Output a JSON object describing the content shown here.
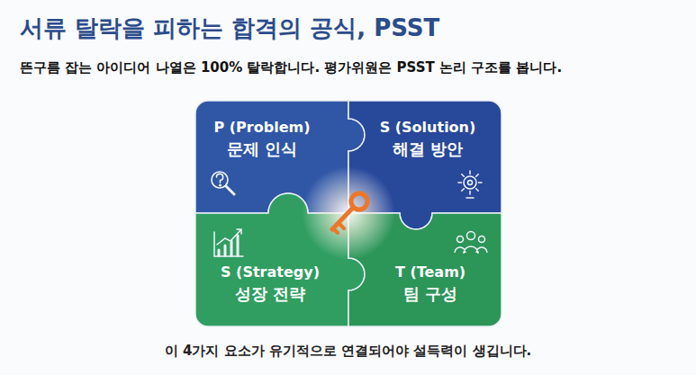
{
  "diagram": {
    "title": "서류 탈락을 피하는 합격의 공식, PSST",
    "caption": "이 4가지 요소가 유기적으로 연결되어야 설득력이 생깁니다.",
    "nodes": [
      {
        "text": [
          "P (Problem)",
          "문제 인식"
        ]
      },
      {
        "text": [
          "S (Solution)",
          "해결 방안"
        ]
      },
      {
        "text": [
          "S (Strategy)",
          "성장 전략"
        ]
      },
      {
        "text": [
          "T (Team)",
          "팀 구성"
        ]
      }
    ],
    "labels": [
      "뜬구름 잡는 아이디어 나열은 100% 탈락합니다. 평가위원은 PSST 논리 구조를 봅니다."
    ]
  }
}
